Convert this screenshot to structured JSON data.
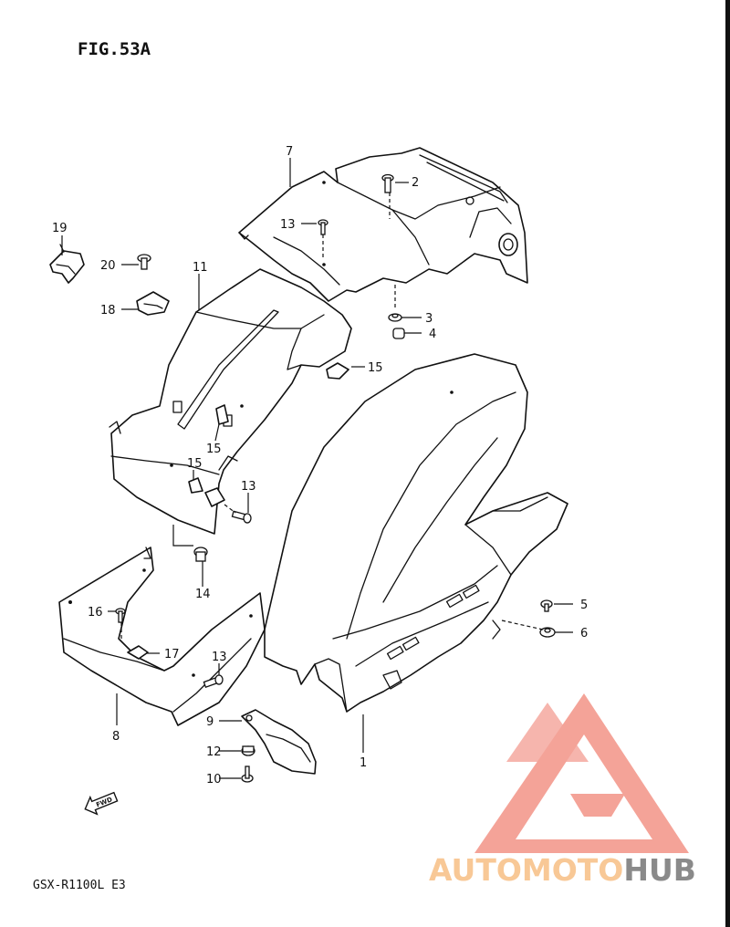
{
  "figure": {
    "title": "FIG.53A",
    "model": "GSX-R1100L  E3",
    "fwd_label": "FWD"
  },
  "watermark": {
    "text_part1": "AUTOMOTO",
    "text_part2": "HUB",
    "color_primary": "#f4a398",
    "color_accent": "#f8c896",
    "color_text2": "#8a8a8a"
  },
  "callouts": [
    "1",
    "2",
    "3",
    "4",
    "5",
    "6",
    "7",
    "8",
    "9",
    "10",
    "11",
    "12",
    "13",
    "13",
    "13",
    "14",
    "15",
    "15",
    "15",
    "16",
    "17",
    "18",
    "19",
    "20"
  ]
}
